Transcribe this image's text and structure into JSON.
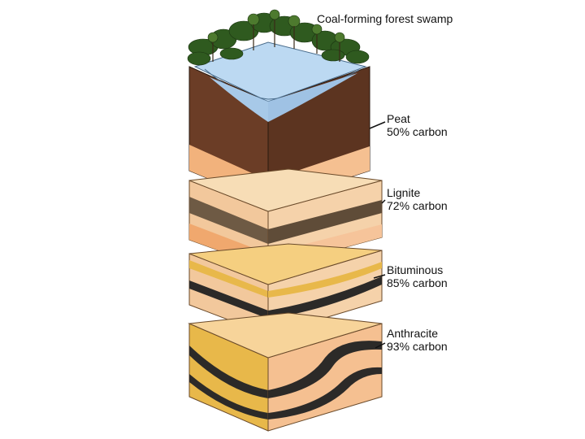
{
  "title": "Coal-forming forest swamp",
  "layers": [
    {
      "id": "peat",
      "name": "Peat",
      "carbon": "50% carbon"
    },
    {
      "id": "lignite",
      "name": "Lignite",
      "carbon": "72% carbon"
    },
    {
      "id": "bituminous",
      "name": "Bituminous",
      "carbon": "85% carbon"
    },
    {
      "id": "anthracite",
      "name": "Anthracite",
      "carbon": "93% carbon"
    }
  ],
  "colors": {
    "water": "#bcd9f2",
    "peat": "#6b3d26",
    "lignite_dark": "#6e5a44",
    "sand": "#f2c89c",
    "coal": "#2c2a28",
    "gold": "#e8b84a",
    "vegetation": "#2f5a1f"
  }
}
